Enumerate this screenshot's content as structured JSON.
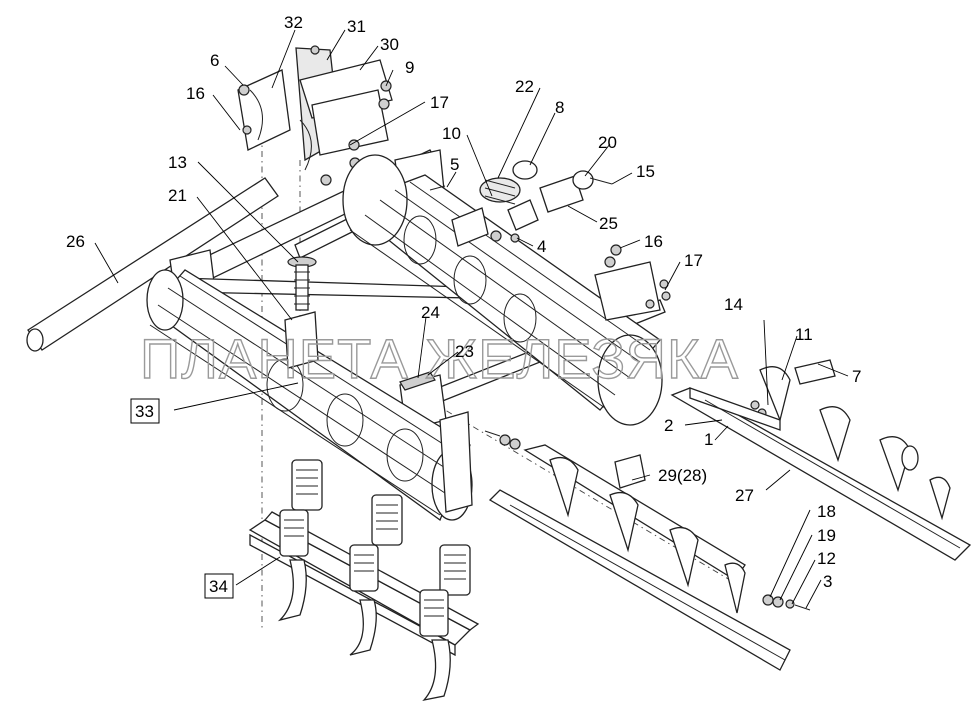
{
  "watermark": "ПЛАНЕТА ЖЕЛЕЗЯКА",
  "labels": {
    "l1": "1",
    "l2": "2",
    "l3": "3",
    "l4": "4",
    "l5": "5",
    "l6": "6",
    "l7": "7",
    "l8": "8",
    "l9": "9",
    "l10": "10",
    "l11": "11",
    "l12": "12",
    "l13": "13",
    "l14": "14",
    "l15": "15",
    "l16a": "16",
    "l16b": "16",
    "l17a": "17",
    "l17b": "17",
    "l18": "18",
    "l19": "19",
    "l20": "20",
    "l21": "21",
    "l22": "22",
    "l23": "23",
    "l24": "24",
    "l25": "25",
    "l26": "26",
    "l27": "27",
    "l29": "29(28)",
    "l30": "30",
    "l31": "31",
    "l32": "32",
    "l33": "33",
    "l34": "34"
  }
}
